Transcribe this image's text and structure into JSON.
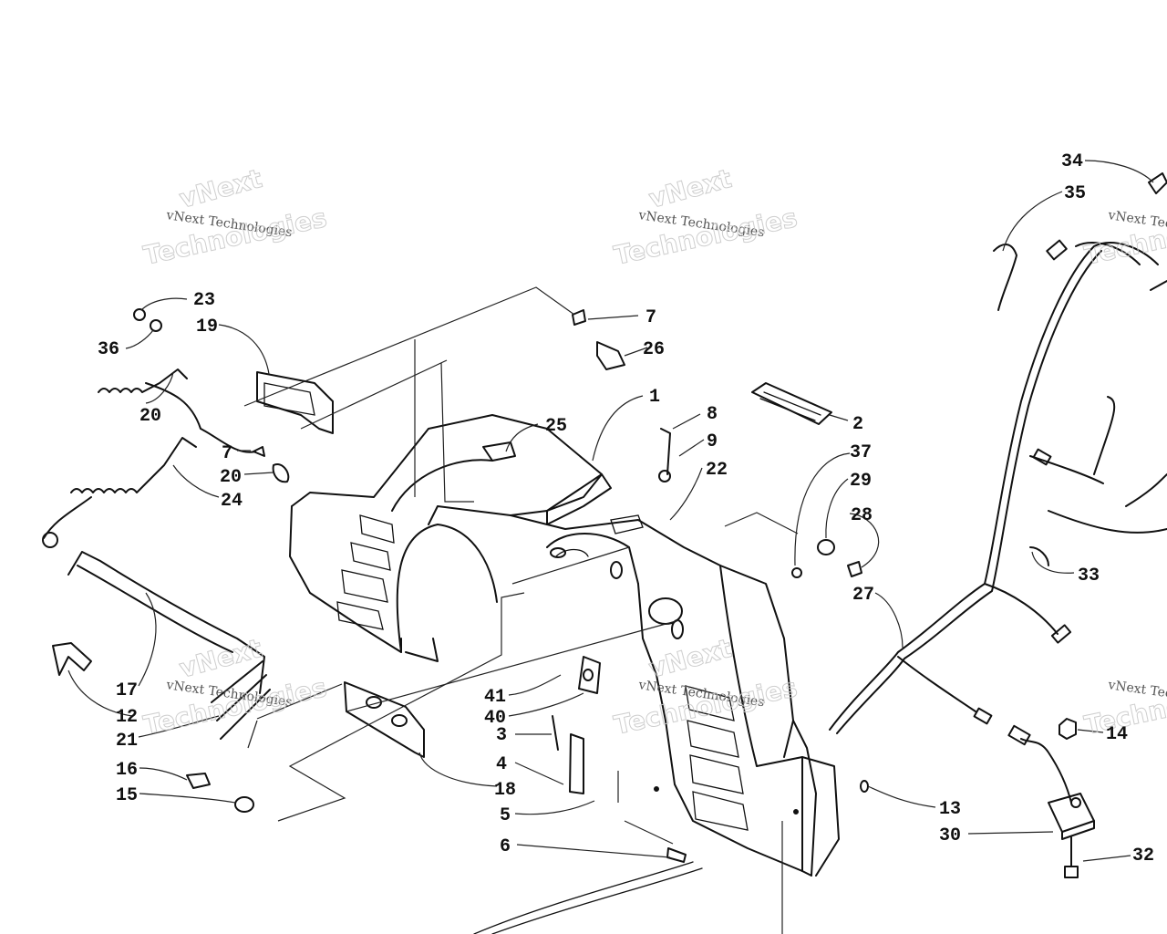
{
  "watermark": {
    "line1": "vNext Technologies",
    "line2": "Technologies",
    "tag": "vNext"
  },
  "callouts": [
    {
      "key": "c1",
      "text": "1"
    },
    {
      "key": "c2",
      "text": "2"
    },
    {
      "key": "c3",
      "text": "3"
    },
    {
      "key": "c4",
      "text": "4"
    },
    {
      "key": "c5",
      "text": "5"
    },
    {
      "key": "c6",
      "text": "6"
    },
    {
      "key": "c7a",
      "text": "7"
    },
    {
      "key": "c7b",
      "text": "7"
    },
    {
      "key": "c8",
      "text": "8"
    },
    {
      "key": "c9",
      "text": "9"
    },
    {
      "key": "c12",
      "text": "12"
    },
    {
      "key": "c13",
      "text": "13"
    },
    {
      "key": "c14",
      "text": "14"
    },
    {
      "key": "c15",
      "text": "15"
    },
    {
      "key": "c16",
      "text": "16"
    },
    {
      "key": "c17",
      "text": "17"
    },
    {
      "key": "c18",
      "text": "18"
    },
    {
      "key": "c19",
      "text": "19"
    },
    {
      "key": "c20a",
      "text": "20"
    },
    {
      "key": "c20b",
      "text": "20"
    },
    {
      "key": "c21",
      "text": "21"
    },
    {
      "key": "c22",
      "text": "22"
    },
    {
      "key": "c23",
      "text": "23"
    },
    {
      "key": "c24",
      "text": "24"
    },
    {
      "key": "c25",
      "text": "25"
    },
    {
      "key": "c26",
      "text": "26"
    },
    {
      "key": "c27",
      "text": "27"
    },
    {
      "key": "c28",
      "text": "28"
    },
    {
      "key": "c29",
      "text": "29"
    },
    {
      "key": "c30",
      "text": "30"
    },
    {
      "key": "c32",
      "text": "32"
    },
    {
      "key": "c33",
      "text": "33"
    },
    {
      "key": "c34",
      "text": "34"
    },
    {
      "key": "c35",
      "text": "35"
    },
    {
      "key": "c36",
      "text": "36"
    },
    {
      "key": "c37",
      "text": "37"
    },
    {
      "key": "c40",
      "text": "40"
    },
    {
      "key": "c41",
      "text": "41"
    }
  ]
}
